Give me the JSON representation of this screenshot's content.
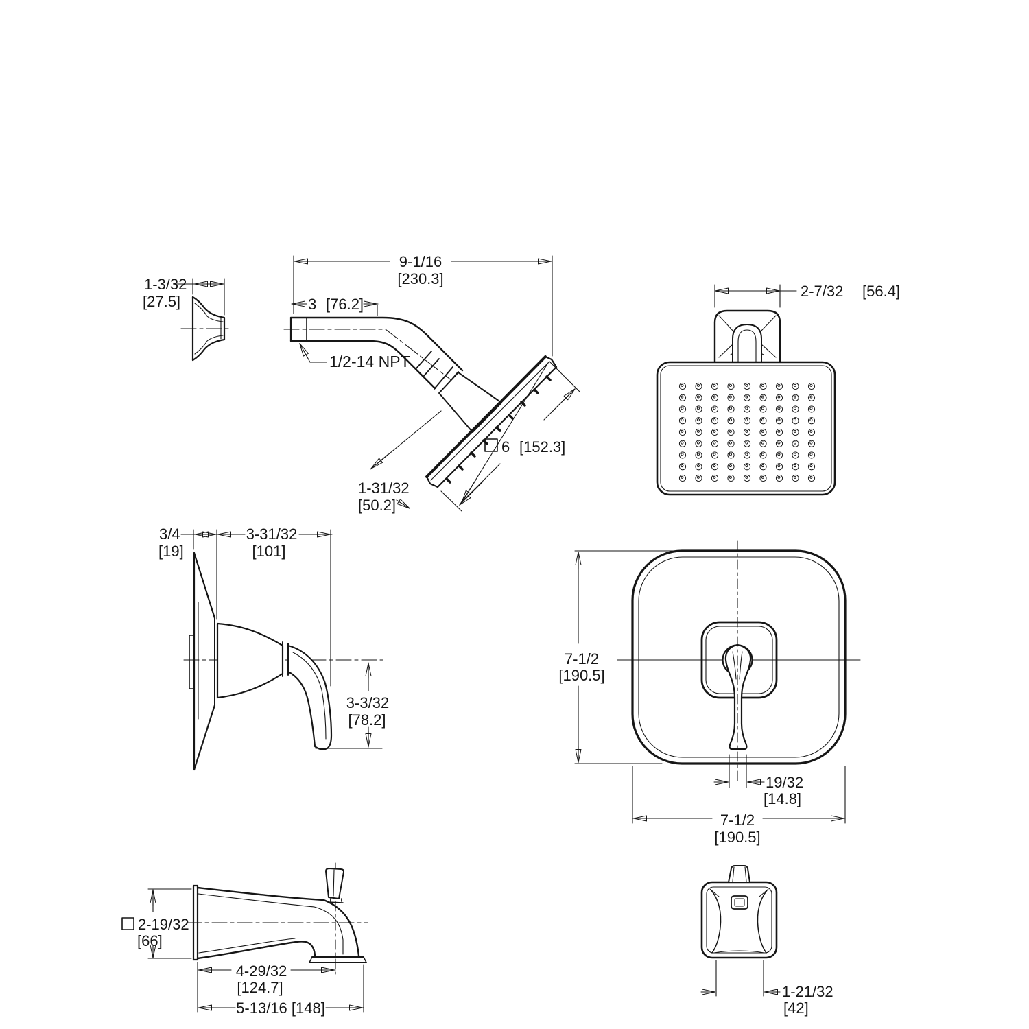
{
  "drawing": {
    "background": "#ffffff",
    "line_color": "#161616",
    "type": "technical-dimension-drawing",
    "subject": "shower trim set: shower head, shower arm, flange, valve trim and tub spout",
    "views": {
      "flange_side": {
        "dim_width": {
          "in": "1-3/32",
          "mm": "[27.5]"
        }
      },
      "arm_side": {
        "dim_length": {
          "in": "9-1/16",
          "mm": "[230.3]"
        },
        "dim_wall": {
          "in": "3",
          "mm": "[76.2]"
        },
        "thread_label": "1/2-14 NPT",
        "dim_head": {
          "square_symbol": "□",
          "in": "6",
          "mm": "[152.3]"
        },
        "dim_drop": {
          "in": "1-31/32",
          "mm": "[50.2]"
        }
      },
      "head_front": {
        "dim_width": {
          "in": "2-7/32",
          "mm": "[56.4]"
        },
        "nozzle_grid": {
          "rows": 9,
          "cols": 9
        }
      },
      "valve_side": {
        "dim_depth": {
          "in": "3/4",
          "mm": "[19]"
        },
        "dim_projection": {
          "in": "3-31/32",
          "mm": "[101]"
        },
        "dim_handle": {
          "in": "3-3/32",
          "mm": "[78.2]"
        }
      },
      "valve_front": {
        "dim_height": {
          "in": "7-1/2",
          "mm": "[190.5]"
        },
        "dim_width": {
          "in": "7-1/2",
          "mm": "[190.5]"
        },
        "dim_lever": {
          "in": "19/32",
          "mm": "[14.8]"
        }
      },
      "spout_side": {
        "dim_height": {
          "square_symbol": "□",
          "in": "2-19/32",
          "mm": "[66]"
        },
        "dim_reach": {
          "in": "4-29/32",
          "mm": "[124.7]"
        },
        "dim_length": {
          "label": "5-13/16 [148]"
        }
      },
      "spout_front": {
        "dim_width": {
          "in": "1-21/32",
          "mm": "[42]"
        }
      }
    }
  }
}
